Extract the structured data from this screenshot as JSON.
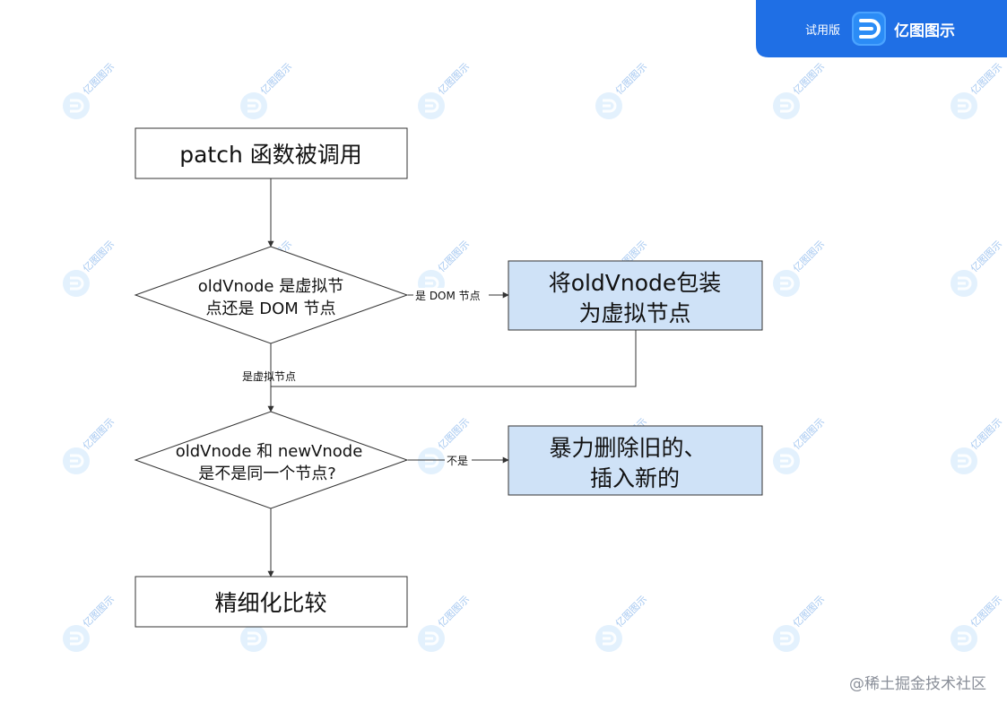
{
  "header": {
    "trial_label": "试用版",
    "brand_name": "亿图图示",
    "brand_icon": "edraw-logo-icon",
    "brand_color": "#1f6fe5"
  },
  "flowchart": {
    "nodes": {
      "start": {
        "lines": [
          "patch 函数被调用"
        ]
      },
      "decision1": {
        "lines": [
          "oldVnode 是虚拟节",
          "点还是 DOM 节点"
        ]
      },
      "wrap": {
        "lines": [
          "将oldVnode包装",
          "为虚拟节点"
        ]
      },
      "decision2": {
        "lines": [
          "oldVnode 和 newVnode",
          "是不是同一个节点?"
        ]
      },
      "replace": {
        "lines": [
          "暴力删除旧的、",
          "插入新的"
        ]
      },
      "refine": {
        "lines": [
          "精细化比较"
        ]
      }
    },
    "edges": {
      "is_dom": "是 DOM 节点",
      "is_virtual": "是虚拟节点",
      "not_same": "不是"
    },
    "colors": {
      "highlight_fill": "#cfe2f7",
      "stroke": "#333333"
    }
  },
  "watermark": {
    "text": "亿图图示",
    "icon": "edraw-watermark-icon",
    "color": "#3a86e0"
  },
  "footer": {
    "credit": "@稀土掘金技术社区"
  }
}
